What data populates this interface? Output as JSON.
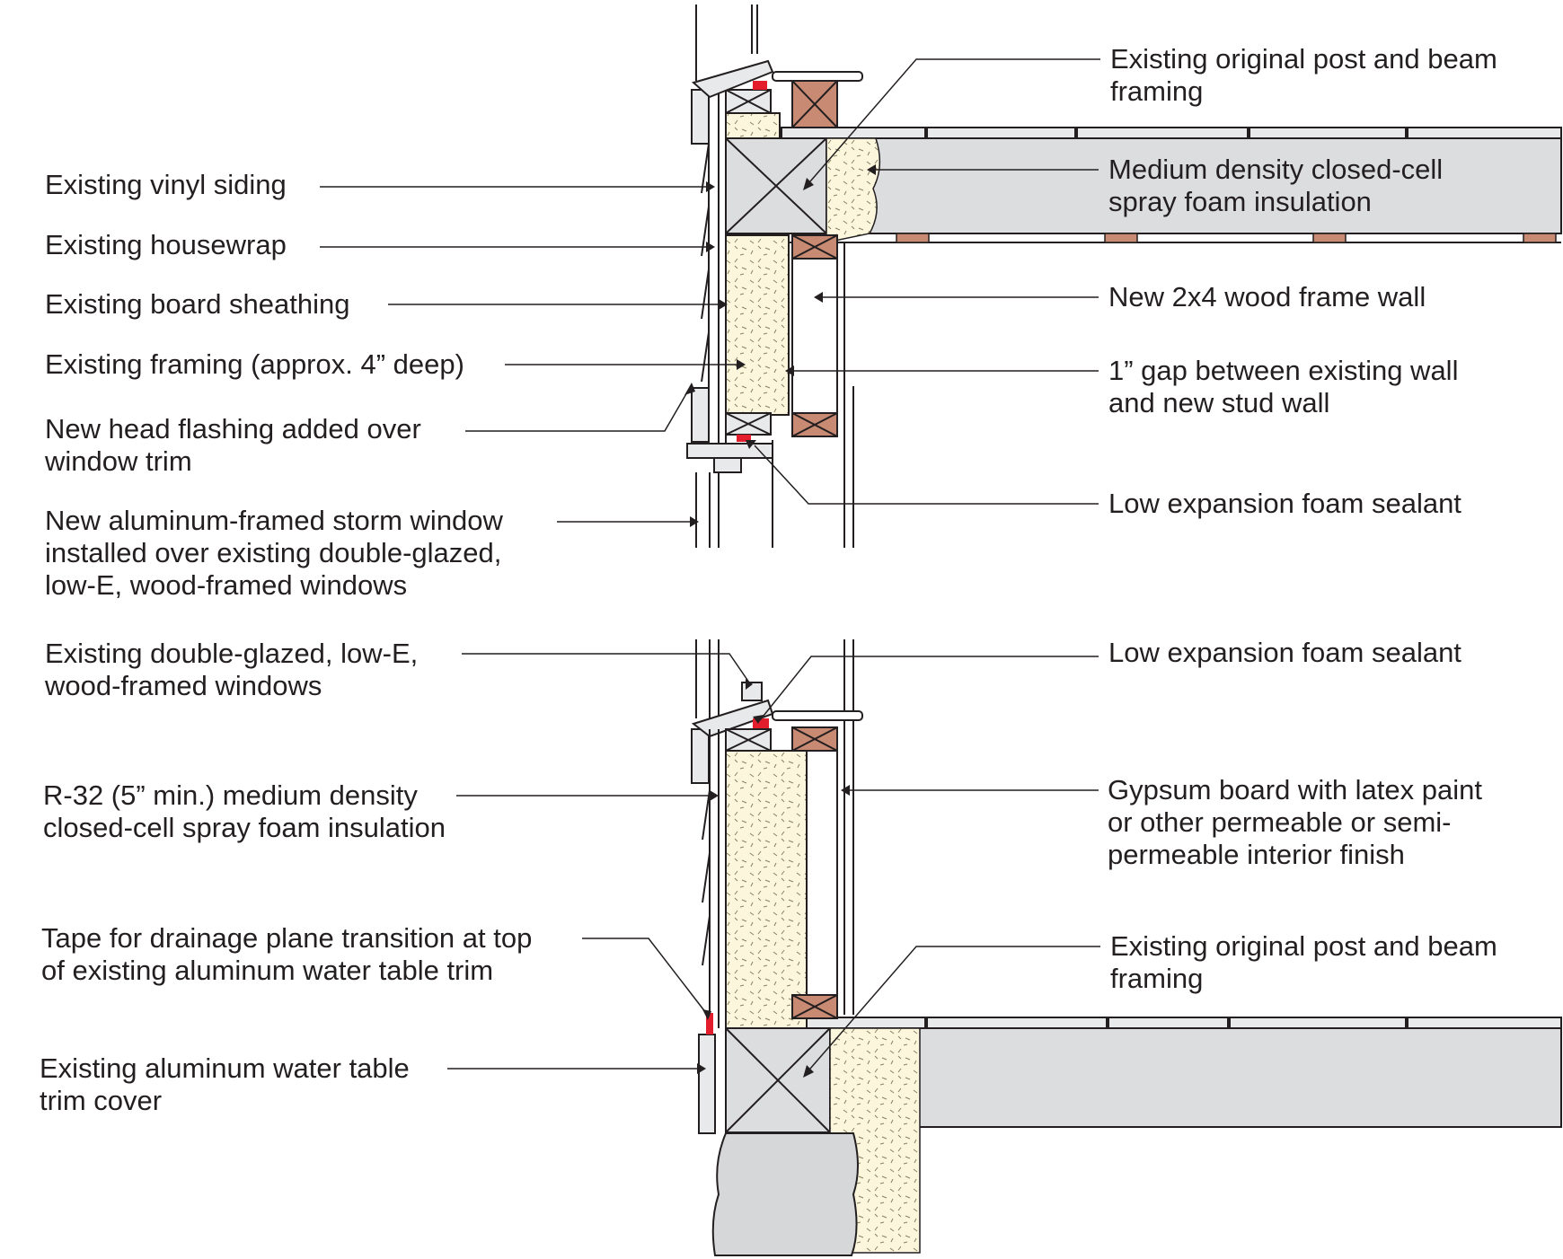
{
  "labels": {
    "top_left": [
      {
        "id": "vinyl-siding",
        "lines": [
          "Existing vinyl siding"
        ]
      },
      {
        "id": "housewrap",
        "lines": [
          "Existing housewrap"
        ]
      },
      {
        "id": "board-sheathing",
        "lines": [
          "Existing board sheathing"
        ]
      },
      {
        "id": "existing-framing",
        "lines": [
          "Existing framing (approx. 4” deep)"
        ]
      },
      {
        "id": "head-flashing",
        "lines": [
          "New head flashing added over",
          "window trim"
        ]
      },
      {
        "id": "storm-window",
        "lines": [
          "New aluminum-framed storm window",
          "installed over existing double-glazed,",
          "low-E, wood-framed windows"
        ]
      }
    ],
    "top_right": [
      {
        "id": "post-beam-top",
        "lines": [
          "Existing original post and beam",
          "framing"
        ]
      },
      {
        "id": "spray-foam-top",
        "lines": [
          "Medium density closed-cell",
          "spray foam insulation"
        ]
      },
      {
        "id": "new-2x4-wall",
        "lines": [
          "New 2x4 wood frame wall"
        ]
      },
      {
        "id": "one-inch-gap",
        "lines": [
          "1” gap between existing wall",
          "and new stud wall"
        ]
      },
      {
        "id": "foam-sealant-top",
        "lines": [
          "Low expansion foam sealant"
        ]
      }
    ],
    "bottom_left": [
      {
        "id": "existing-windows",
        "lines": [
          "Existing double-glazed, low-E,",
          "wood-framed windows"
        ]
      },
      {
        "id": "r32-foam",
        "lines": [
          "R-32 (5” min.) medium density",
          "closed-cell spray foam insulation"
        ]
      },
      {
        "id": "drainage-tape",
        "lines": [
          "Tape for drainage plane transition at top",
          "of existing aluminum water table trim"
        ]
      },
      {
        "id": "water-table-trim",
        "lines": [
          "Existing aluminum water table",
          "trim cover"
        ]
      }
    ],
    "bottom_right": [
      {
        "id": "foam-sealant-bottom",
        "lines": [
          "Low expansion foam sealant"
        ]
      },
      {
        "id": "gypsum-board",
        "lines": [
          "Gypsum board with latex paint",
          "or other permeable or semi-",
          "permeable interior finish"
        ]
      },
      {
        "id": "post-beam-bottom",
        "lines": [
          "Existing original post and beam",
          "framing"
        ]
      }
    ]
  },
  "colors": {
    "outline": "#231f20",
    "foam": "#fbf6dc",
    "beam": "#dcdddf",
    "lumber": "#c98a73",
    "sealant": "#e41d2d",
    "foundation": "#d6d7d9"
  }
}
